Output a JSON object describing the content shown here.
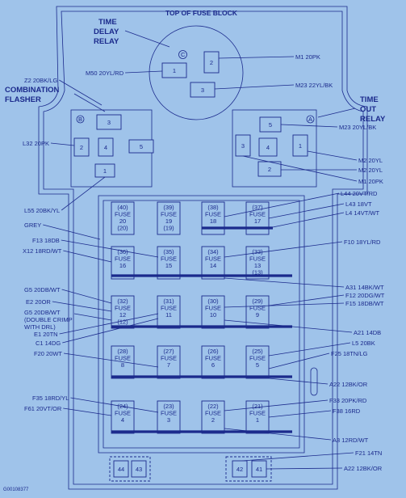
{
  "title": "TOP OF FUSE BLOCK",
  "relays": {
    "time_delay": [
      "TIME",
      "DELAY",
      "RELAY"
    ],
    "combination_flasher": [
      "COMBINATION",
      "FLASHER"
    ],
    "time_out": [
      "TIME",
      "OUT",
      "RELAY"
    ]
  },
  "markers": {
    "c": "C",
    "b": "B",
    "a": "A"
  },
  "top_relay_cells": [
    "1",
    "2",
    "3"
  ],
  "left_relay_cells": [
    "3",
    "2",
    "4",
    "5",
    "1"
  ],
  "right_relay_cells": [
    "5",
    "4",
    "3",
    "1",
    "2"
  ],
  "fuses": [
    {
      "id": "40",
      "label": "FUSE",
      "num": "20",
      "amp": "(20)"
    },
    {
      "id": "39",
      "label": "FUSE",
      "num": "19",
      "amp": "(19)"
    },
    {
      "id": "38",
      "label": "FUSE",
      "num": "18",
      "amp": ""
    },
    {
      "id": "37",
      "label": "FUSE",
      "num": "17",
      "amp": ""
    },
    {
      "id": "36",
      "label": "FUSE",
      "num": "16",
      "amp": ""
    },
    {
      "id": "35",
      "label": "FUSE",
      "num": "15",
      "amp": ""
    },
    {
      "id": "34",
      "label": "FUSE",
      "num": "14",
      "amp": ""
    },
    {
      "id": "33",
      "label": "FUSE",
      "num": "13",
      "amp": "(13)"
    },
    {
      "id": "32",
      "label": "FUSE",
      "num": "12",
      "amp": "(12)"
    },
    {
      "id": "31",
      "label": "FUSE",
      "num": "11",
      "amp": ""
    },
    {
      "id": "30",
      "label": "FUSE",
      "num": "10",
      "amp": ""
    },
    {
      "id": "29",
      "label": "FUSE",
      "num": "9",
      "amp": ""
    },
    {
      "id": "28",
      "label": "FUSE",
      "num": "8",
      "amp": ""
    },
    {
      "id": "27",
      "label": "FUSE",
      "num": "7",
      "amp": ""
    },
    {
      "id": "26",
      "label": "FUSE",
      "num": "6",
      "amp": ""
    },
    {
      "id": "25",
      "label": "FUSE",
      "num": "5",
      "amp": ""
    },
    {
      "id": "24",
      "label": "FUSE",
      "num": "4",
      "amp": ""
    },
    {
      "id": "23",
      "label": "FUSE",
      "num": "3",
      "amp": ""
    },
    {
      "id": "22",
      "label": "FUSE",
      "num": "2",
      "amp": ""
    },
    {
      "id": "21",
      "label": "FUSE",
      "num": "1",
      "amp": ""
    }
  ],
  "bottom_cells": [
    "44",
    "43",
    "42",
    "41"
  ],
  "wire_labels": {
    "m50": "M50 20YL/RD",
    "m1_top": "M1 20PK",
    "m23_top": "M23 22YL/BK",
    "z2": "Z2 20BK/LG",
    "m23_right": "M23 20YL/BK",
    "l32": "L32 20PK",
    "m2_a": "M2 20YL",
    "m2_b": "M2 20YL",
    "m1_right": "M1 20PK",
    "l44": "L44 20VT/RD",
    "l55": "L55 20BK/YL",
    "l43": "L43 18VT",
    "l4": "L4 14VT/WT",
    "grey": "GREY",
    "f13": "F13 18DB",
    "f10": "F10 18YL/RD",
    "x12": "X12 18RD/WT",
    "a31": "A31 14BK/WT",
    "g5_top": "G5 20DB/WT",
    "f12": "F12 20DG/WT",
    "e2": "E2 20OR",
    "f15": "F15 18DB/WT",
    "g5_note": [
      "G5 20DB/WT",
      "(DOUBLE CRIMP",
      "WITH DRL)"
    ],
    "e1": "E1 20TN",
    "a21": "A21 14DB",
    "c1": "C1 14DG",
    "l5": "L5 20BK",
    "f20": "F20 20WT",
    "f25": "F25 18TN/LG",
    "a22_mid": "A22 12BK/OR",
    "f35": "F35 18RD/YL",
    "f33": "F33 20PK/RD",
    "f61": "F61 20VT/OR",
    "f38": "F38 16RD",
    "a3": "A3 12RD/WT",
    "f21": "F21 14TN",
    "a22_bottom": "A22 12BK/OR"
  },
  "figure_code": "G00108377"
}
